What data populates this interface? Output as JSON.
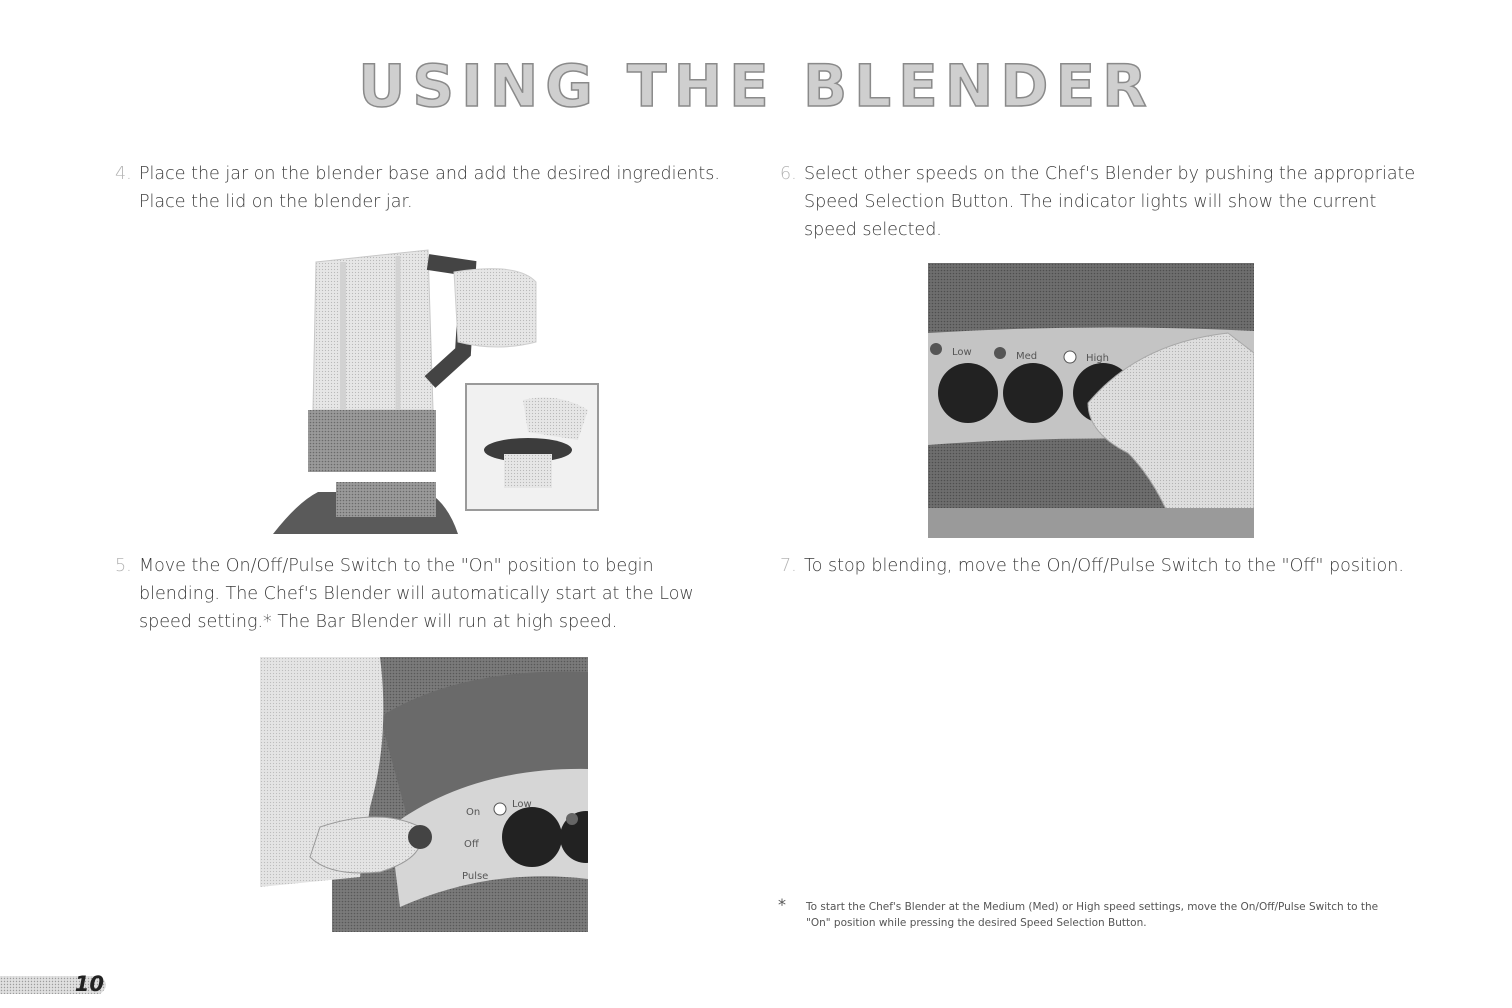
{
  "page": {
    "title": "USING THE BLENDER",
    "page_number": "10"
  },
  "steps": [
    {
      "num": "4.",
      "text": "Place the jar on the blender base and add the desired ingredients. Place the lid on the blender jar."
    },
    {
      "num": "5.",
      "text": "Move the On/Off/Pulse Switch to the \"On\" position to begin blending. The Chef's Blender will automatically start at the Low speed setting.* The Bar Blender will run at high speed."
    },
    {
      "num": "6.",
      "text": "Select other speeds on the Chef's Blender by pushing the appropriate Speed Selection Button. The indicator lights will show the current speed selected."
    },
    {
      "num": "7.",
      "text": "To stop blending, move the On/Off/Pulse Switch to the \"Off\" position."
    }
  ],
  "photo_labels": {
    "speed_low": "Low",
    "speed_med": "Med",
    "speed_high": "High",
    "switch_on": "On",
    "switch_off": "Off",
    "switch_pulse": "Pulse",
    "switch_low": "Low"
  },
  "footnote": {
    "mark": "*",
    "text": "To start the Chef's Blender at the Medium (Med) or High speed settings, move the On/Off/Pulse Switch to the \"On\" position while pressing the desired Speed Selection Button."
  }
}
